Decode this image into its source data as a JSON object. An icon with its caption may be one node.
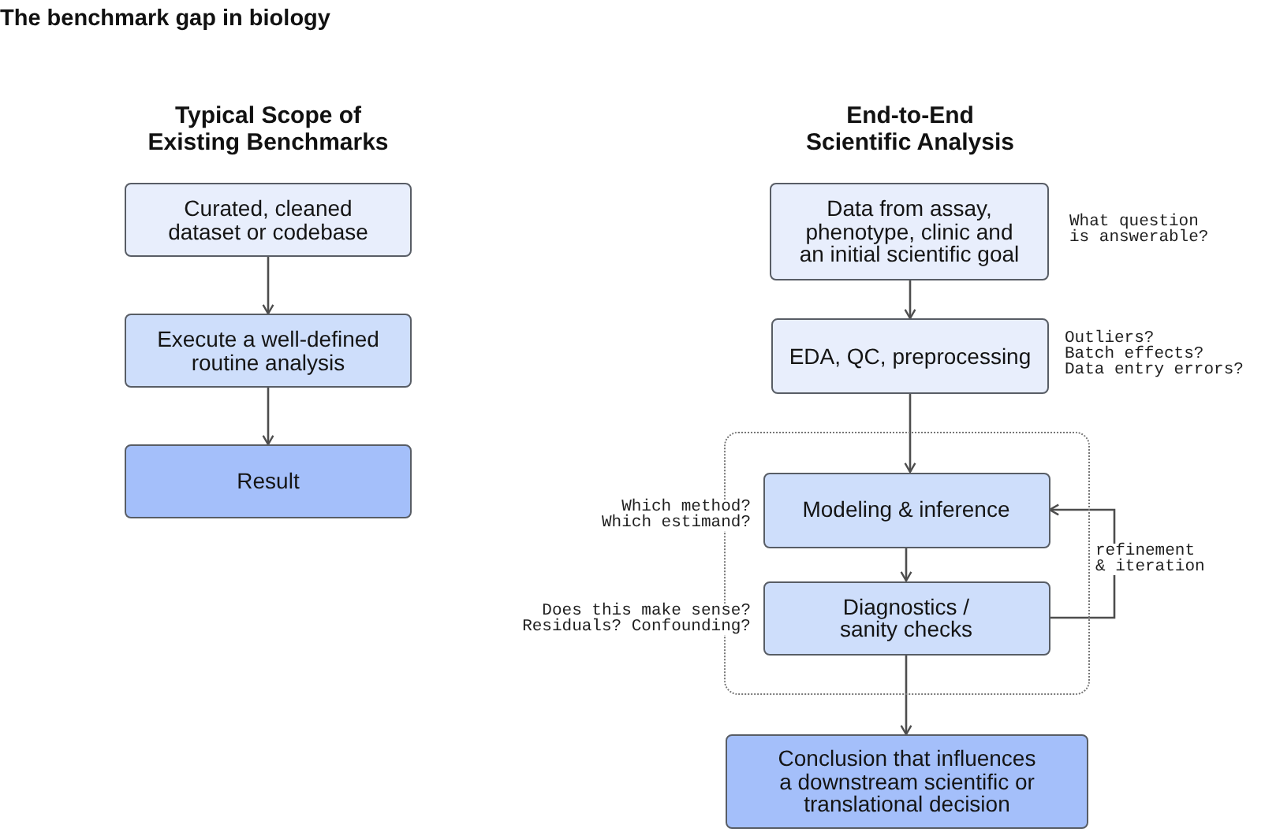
{
  "diagram": {
    "title": "The benchmark gap in biology",
    "nodes": [
      {
        "text": [
          "Curated, cleaned dataset or codebase"
        ]
      },
      {
        "text": [
          "Execute a well-defined routine analysis"
        ]
      },
      {
        "text": [
          "Result"
        ]
      },
      {
        "text": [
          "Data from assay, phenotype, clinic and an initial scientific goal"
        ],
        "beside": [
          "What question is answerable?"
        ]
      },
      {
        "text": [
          "EDA, QC, preprocessing"
        ],
        "beside": [
          "Outliers?",
          "Batch effects?",
          "Data entry errors?"
        ]
      },
      {
        "text": [],
        "shape": "box"
      },
      {
        "text": [
          "Modeling & inference"
        ],
        "in": 5,
        "beside": [
          "Which method?",
          "Which estimand?"
        ]
      },
      {
        "text": [
          "Diagnostics / sanity checks"
        ],
        "in": 5,
        "beside": [
          "Does this make sense?",
          "Residuals? Confounding?"
        ]
      },
      {
        "text": [
          "Conclusion that influences a downstream scientific or translational decision"
        ]
      }
    ],
    "edges": [
      {
        "from": 0,
        "to": 1,
        "arrow": "to"
      },
      {
        "from": 1,
        "to": 2,
        "arrow": "to"
      },
      {
        "from": 3,
        "to": 4,
        "arrow": "to"
      },
      {
        "from": 4,
        "to": 6,
        "arrow": "to"
      },
      {
        "from": 6,
        "to": 7,
        "arrow": "to"
      },
      {
        "from": 7,
        "to": 8,
        "arrow": "to"
      },
      {
        "from": 7,
        "to": 6,
        "arrow": "to",
        "label": "refinement & iteration"
      }
    ],
    "labels": [
      "Typical Scope of Existing Benchmarks",
      "End-to-End Scientific Analysis"
    ]
  }
}
